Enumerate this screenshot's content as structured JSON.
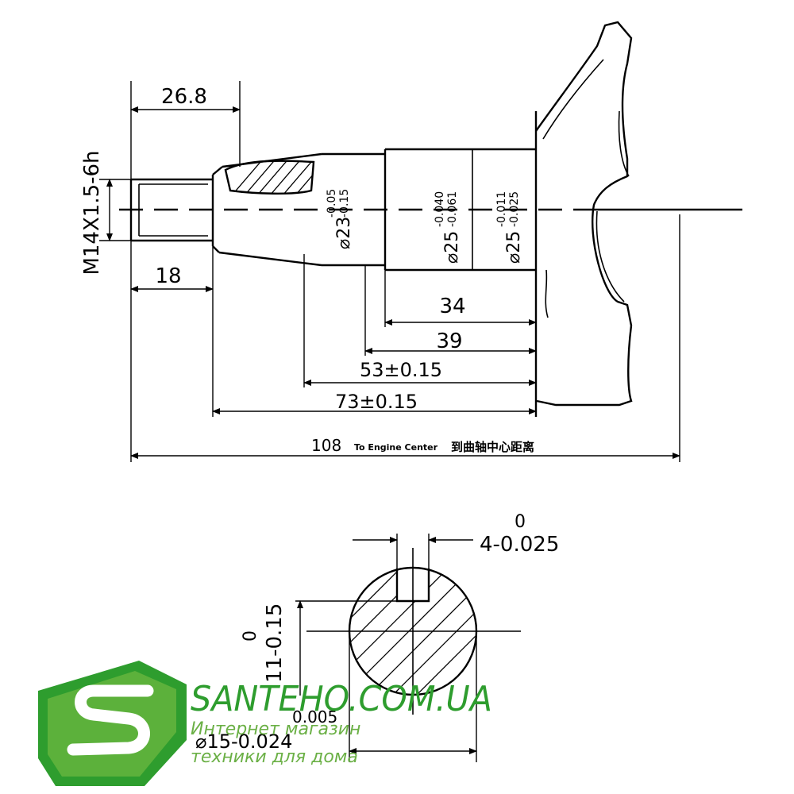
{
  "side_view": {
    "dim_thread_length": "26.8",
    "dim_thread_spec": "M14X1.5-6h",
    "dim_thread_end": "18",
    "dim_d23_main": "⌀23",
    "dim_d23_upper": "-0.05",
    "dim_d23_lower": "-0.15",
    "dim_d25a_main": "⌀25",
    "dim_d25a_upper": "-0.040",
    "dim_d25a_lower": "-0.061",
    "dim_d25b_main": "⌀25",
    "dim_d25b_upper": "-0.011",
    "dim_d25b_lower": "-0.025",
    "dim_34": "34",
    "dim_39": "39",
    "dim_53": "53±0.15",
    "dim_73": "73±0.15",
    "dim_108": "108",
    "dim_108_note_en": "To Engine Center",
    "dim_108_note_cn": "到曲轴中心距离"
  },
  "section_view": {
    "key_width_upper": "0",
    "key_width_main": "4-0.025",
    "height_upper": "0",
    "height_main": "11-0.15",
    "dia_partial_upper": "0.005",
    "dia_partial_main": "⌀15-0.024"
  },
  "watermark": {
    "site": "SANTEHO.COM.UA",
    "line1": "Интернет магазин",
    "line2": "техники для дома",
    "colors": {
      "dark": "#2e9d2e",
      "light": "#7cc24a",
      "text": "#2e9d2e"
    }
  }
}
